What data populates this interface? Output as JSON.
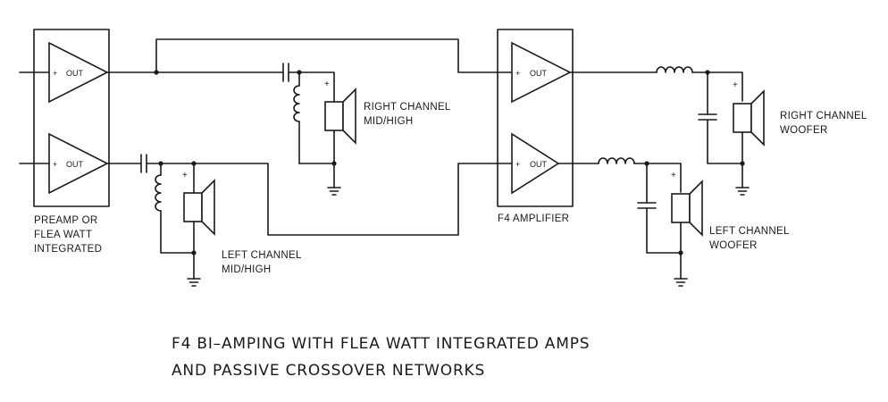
{
  "diagram": {
    "title_line1": "F4 BI–AMPING WITH FLEA WATT INTEGRATED AMPS",
    "title_line2": "AND PASSIVE CROSSOVER NETWORKS",
    "labels": {
      "preamp_line1": "PREAMP OR",
      "preamp_line2": "FLEA WATT",
      "preamp_line3": "INTEGRATED",
      "f4_amplifier": "F4 AMPLIFIER",
      "right_mid_line1": "RIGHT CHANNEL",
      "right_mid_line2": "MID/HIGH",
      "left_mid_line1": "LEFT CHANNEL",
      "left_mid_line2": "MID/HIGH",
      "right_woofer_line1": "RIGHT CHANNEL",
      "right_woofer_line2": "WOOFER",
      "left_woofer_line1": "LEFT CHANNEL",
      "left_woofer_line2": "WOOFER"
    },
    "amp_plus": "+",
    "amp_out": "OUT",
    "speaker_plus": "+"
  }
}
